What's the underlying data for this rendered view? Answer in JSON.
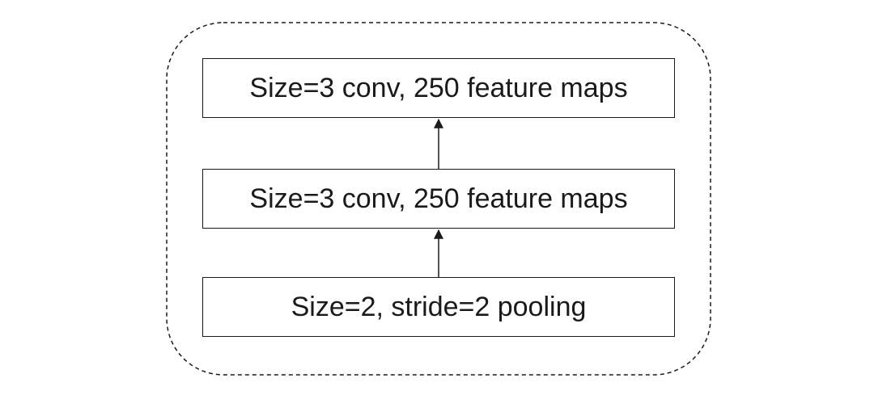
{
  "diagram": {
    "layers": [
      {
        "label": "Size=3 conv, 250 feature maps"
      },
      {
        "label": "Size=3 conv, 250 feature maps"
      },
      {
        "label": "Size=2, stride=2 pooling"
      }
    ]
  },
  "colors": {
    "stroke": "#1a1a1a",
    "background": "#ffffff"
  }
}
